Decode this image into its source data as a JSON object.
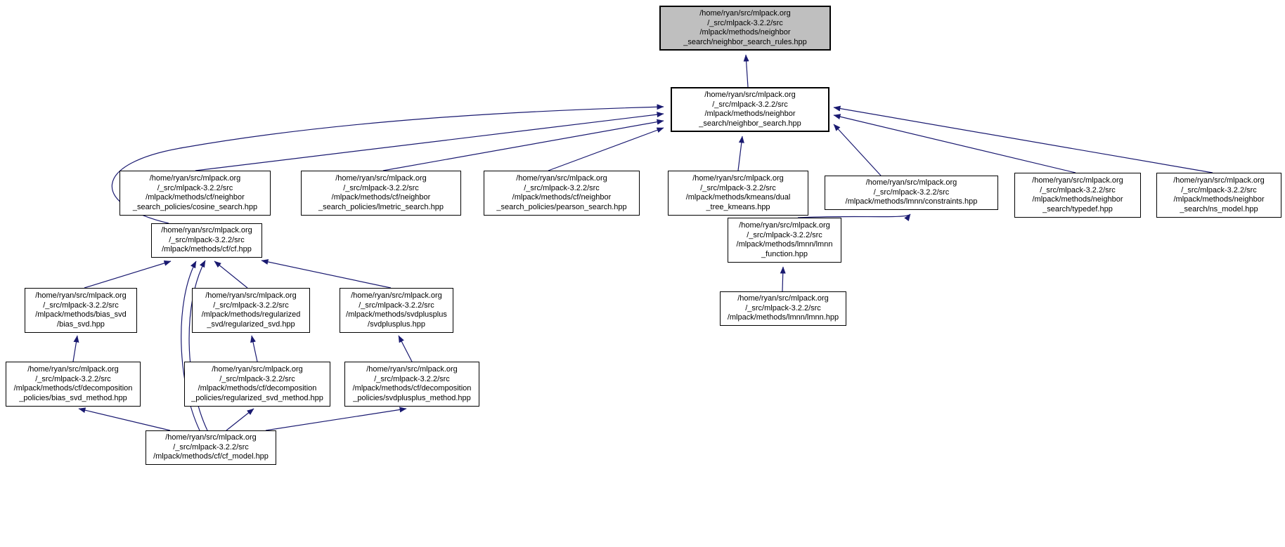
{
  "graph": {
    "colors": {
      "edge": "#191970",
      "node_border": "#000000",
      "node_fill": "#ffffff",
      "current_node_fill": "#bfbfbf",
      "text": "#000000"
    },
    "nodes": {
      "neighbor_search_rules": {
        "lines": [
          "/home/ryan/src/mlpack.org",
          "/_src/mlpack-3.2.2/src",
          "/mlpack/methods/neighbor",
          "_search/neighbor_search_rules.hpp"
        ],
        "current": true
      },
      "neighbor_search": {
        "lines": [
          "/home/ryan/src/mlpack.org",
          "/_src/mlpack-3.2.2/src",
          "/mlpack/methods/neighbor",
          "_search/neighbor_search.hpp"
        ],
        "current": false
      },
      "cosine_search": {
        "lines": [
          "/home/ryan/src/mlpack.org",
          "/_src/mlpack-3.2.2/src",
          "/mlpack/methods/cf/neighbor",
          "_search_policies/cosine_search.hpp"
        ],
        "current": false
      },
      "lmetric_search": {
        "lines": [
          "/home/ryan/src/mlpack.org",
          "/_src/mlpack-3.2.2/src",
          "/mlpack/methods/cf/neighbor",
          "_search_policies/lmetric_search.hpp"
        ],
        "current": false
      },
      "pearson_search": {
        "lines": [
          "/home/ryan/src/mlpack.org",
          "/_src/mlpack-3.2.2/src",
          "/mlpack/methods/cf/neighbor",
          "_search_policies/pearson_search.hpp"
        ],
        "current": false
      },
      "dual_tree_kmeans": {
        "lines": [
          "/home/ryan/src/mlpack.org",
          "/_src/mlpack-3.2.2/src",
          "/mlpack/methods/kmeans/dual",
          "_tree_kmeans.hpp"
        ],
        "current": false
      },
      "constraints": {
        "lines": [
          "/home/ryan/src/mlpack.org",
          "/_src/mlpack-3.2.2/src",
          "/mlpack/methods/lmnn/constraints.hpp"
        ],
        "current": false
      },
      "typedef": {
        "lines": [
          "/home/ryan/src/mlpack.org",
          "/_src/mlpack-3.2.2/src",
          "/mlpack/methods/neighbor",
          "_search/typedef.hpp"
        ],
        "current": false
      },
      "ns_model": {
        "lines": [
          "/home/ryan/src/mlpack.org",
          "/_src/mlpack-3.2.2/src",
          "/mlpack/methods/neighbor",
          "_search/ns_model.hpp"
        ],
        "current": false
      },
      "cf": {
        "lines": [
          "/home/ryan/src/mlpack.org",
          "/_src/mlpack-3.2.2/src",
          "/mlpack/methods/cf/cf.hpp"
        ],
        "current": false
      },
      "lmnn_function": {
        "lines": [
          "/home/ryan/src/mlpack.org",
          "/_src/mlpack-3.2.2/src",
          "/mlpack/methods/lmnn/lmnn",
          "_function.hpp"
        ],
        "current": false
      },
      "bias_svd": {
        "lines": [
          "/home/ryan/src/mlpack.org",
          "/_src/mlpack-3.2.2/src",
          "/mlpack/methods/bias_svd",
          "/bias_svd.hpp"
        ],
        "current": false
      },
      "regularized_svd": {
        "lines": [
          "/home/ryan/src/mlpack.org",
          "/_src/mlpack-3.2.2/src",
          "/mlpack/methods/regularized",
          "_svd/regularized_svd.hpp"
        ],
        "current": false
      },
      "svdplusplus": {
        "lines": [
          "/home/ryan/src/mlpack.org",
          "/_src/mlpack-3.2.2/src",
          "/mlpack/methods/svdplusplus",
          "/svdplusplus.hpp"
        ],
        "current": false
      },
      "lmnn": {
        "lines": [
          "/home/ryan/src/mlpack.org",
          "/_src/mlpack-3.2.2/src",
          "/mlpack/methods/lmnn/lmnn.hpp"
        ],
        "current": false
      },
      "bias_svd_method": {
        "lines": [
          "/home/ryan/src/mlpack.org",
          "/_src/mlpack-3.2.2/src",
          "/mlpack/methods/cf/decomposition",
          "_policies/bias_svd_method.hpp"
        ],
        "current": false
      },
      "regularized_svd_method": {
        "lines": [
          "/home/ryan/src/mlpack.org",
          "/_src/mlpack-3.2.2/src",
          "/mlpack/methods/cf/decomposition",
          "_policies/regularized_svd_method.hpp"
        ],
        "current": false
      },
      "svdplusplus_method": {
        "lines": [
          "/home/ryan/src/mlpack.org",
          "/_src/mlpack-3.2.2/src",
          "/mlpack/methods/cf/decomposition",
          "_policies/svdplusplus_method.hpp"
        ],
        "current": false
      },
      "cf_model": {
        "lines": [
          "/home/ryan/src/mlpack.org",
          "/_src/mlpack-3.2.2/src",
          "/mlpack/methods/cf/cf_model.hpp"
        ],
        "current": false
      }
    },
    "edges": [
      {
        "from": "neighbor_search",
        "to": "neighbor_search_rules"
      },
      {
        "from": "cosine_search",
        "to": "neighbor_search"
      },
      {
        "from": "lmetric_search",
        "to": "neighbor_search"
      },
      {
        "from": "pearson_search",
        "to": "neighbor_search"
      },
      {
        "from": "cf",
        "to": "neighbor_search"
      },
      {
        "from": "dual_tree_kmeans",
        "to": "neighbor_search"
      },
      {
        "from": "constraints",
        "to": "neighbor_search"
      },
      {
        "from": "typedef",
        "to": "neighbor_search"
      },
      {
        "from": "ns_model",
        "to": "neighbor_search"
      },
      {
        "from": "lmnn_function",
        "to": "constraints"
      },
      {
        "from": "lmnn",
        "to": "lmnn_function"
      },
      {
        "from": "bias_svd",
        "to": "cf"
      },
      {
        "from": "regularized_svd",
        "to": "cf"
      },
      {
        "from": "svdplusplus",
        "to": "cf"
      },
      {
        "from": "bias_svd_method",
        "to": "bias_svd"
      },
      {
        "from": "regularized_svd_method",
        "to": "regularized_svd"
      },
      {
        "from": "svdplusplus_method",
        "to": "svdplusplus"
      },
      {
        "from": "cf_model",
        "to": "cf"
      },
      {
        "from": "cf_model",
        "to": "cf"
      },
      {
        "from": "cf_model",
        "to": "bias_svd_method"
      },
      {
        "from": "cf_model",
        "to": "regularized_svd_method"
      },
      {
        "from": "cf_model",
        "to": "svdplusplus_method"
      }
    ]
  }
}
